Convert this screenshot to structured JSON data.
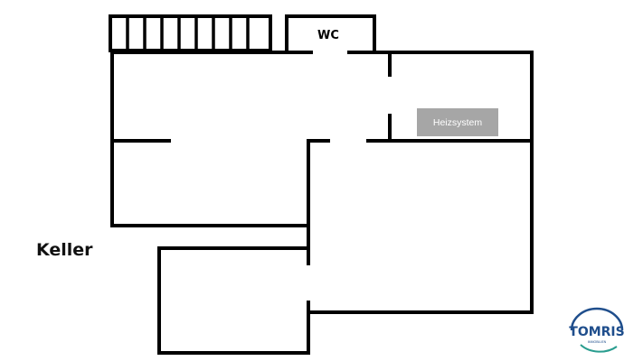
{
  "floor": {
    "label": "Keller"
  },
  "rooms": {
    "wc_label": "WC",
    "heating_label": "Heizsystem"
  },
  "logo": {
    "name": "TOMRIS",
    "tagline": "IMMOBILIEN"
  },
  "colors": {
    "wall": "#000000",
    "heating_box": "#a6a6a6",
    "logo_blue": "#1f4e8c",
    "logo_accent": "#2a9d8f"
  }
}
